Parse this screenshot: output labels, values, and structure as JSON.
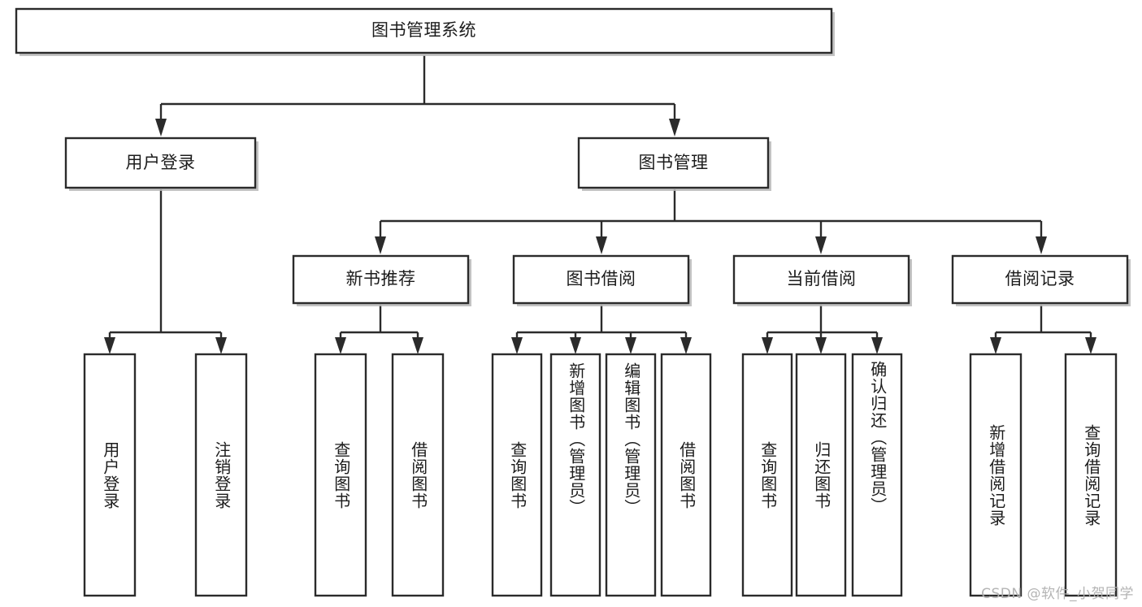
{
  "diagram": {
    "title": "图书管理系统",
    "type": "hierarchy-tree",
    "watermark": "CSDN @软件_小贺同学",
    "colors": {
      "box_stroke": "#2b2b2b",
      "box_fill": "#ffffff",
      "connector": "#2b2b2b",
      "text": "#1c1c1c",
      "watermark": "#b0b0b0",
      "background": "#ffffff"
    },
    "levels": {
      "root": {
        "label": "图书管理系统"
      },
      "level2": [
        {
          "label": "用户登录"
        },
        {
          "label": "图书管理"
        }
      ],
      "level3": [
        {
          "label": "新书推荐"
        },
        {
          "label": "图书借阅"
        },
        {
          "label": "当前借阅"
        },
        {
          "label": "借阅记录"
        }
      ],
      "leaves": [
        {
          "label": "用户登录",
          "parent": "用户登录"
        },
        {
          "label": "注销登录",
          "parent": "用户登录"
        },
        {
          "label": "查询图书",
          "parent": "新书推荐"
        },
        {
          "label": "借阅图书",
          "parent": "新书推荐"
        },
        {
          "label": "查询图书",
          "parent": "图书借阅"
        },
        {
          "label": "新增图书（管理员）",
          "parent": "图书借阅"
        },
        {
          "label": "编辑图书（管理员）",
          "parent": "图书借阅"
        },
        {
          "label": "借阅图书",
          "parent": "图书借阅"
        },
        {
          "label": "查询图书",
          "parent": "当前借阅"
        },
        {
          "label": "归还图书",
          "parent": "当前借阅"
        },
        {
          "label": "确认归还（管理员）",
          "parent": "当前借阅"
        },
        {
          "label": "新增借阅记录",
          "parent": "借阅记录"
        },
        {
          "label": "查询借阅记录",
          "parent": "借阅记录"
        }
      ]
    }
  }
}
